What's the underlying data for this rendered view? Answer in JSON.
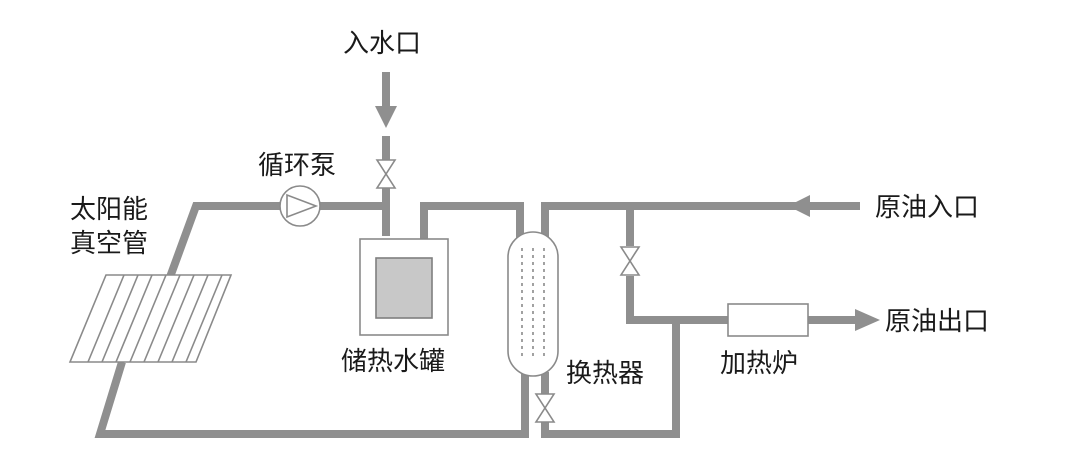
{
  "labels": {
    "water_inlet": "入水口",
    "pump": "循环泵",
    "collector_line1": "太阳能",
    "collector_line2": "真空管",
    "storage_tank": "储热水罐",
    "heat_exchanger": "换热器",
    "crude_inlet": "原油入口",
    "crude_outlet": "原油出口",
    "heater": "加热炉"
  },
  "colors": {
    "pipe": "#8f8f8f",
    "outline": "#8a8a8a",
    "tank_fill": "#c8c8c8",
    "text": "#1a1a1a"
  }
}
